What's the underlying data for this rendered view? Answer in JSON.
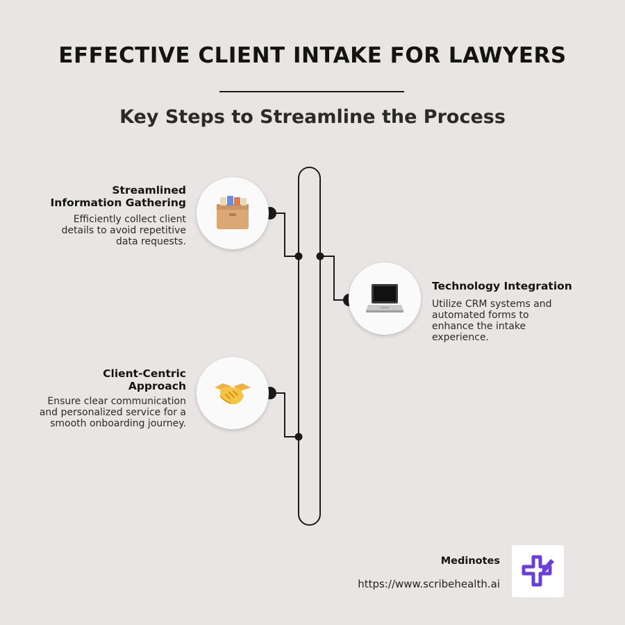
{
  "header": {
    "title": "EFFECTIVE CLIENT INTAKE FOR LAWYERS",
    "subtitle": "Key Steps to Streamline the Process"
  },
  "steps": [
    {
      "title": "Streamlined Information Gathering",
      "title_lines": [
        "Streamlined",
        "Information Gathering"
      ],
      "description_lines": [
        "Efficiently collect client",
        "details to avoid repetitive",
        "data requests."
      ],
      "icon": "file-cabinet-icon"
    },
    {
      "title": "Technology Integration",
      "title_lines": [
        "Technology Integration"
      ],
      "description_lines": [
        "Utilize CRM systems and",
        "automated forms to",
        "enhance the intake",
        "experience."
      ],
      "icon": "laptop-icon"
    },
    {
      "title": "Client-Centric Approach",
      "title_lines": [
        "Client-Centric",
        "Approach"
      ],
      "description_lines": [
        "Ensure clear communication",
        "and personalized service for a",
        "smooth onboarding journey."
      ],
      "icon": "handshake-icon"
    }
  ],
  "footer": {
    "brand": "Medinotes",
    "url": "https://www.scribehealth.ai",
    "logo_icon": "medinotes-logo-icon",
    "logo_color": "#6a3fd6"
  },
  "colors": {
    "background": "#e9e5e5",
    "line": "#1a1a1a",
    "circle": "#fbfafa"
  }
}
